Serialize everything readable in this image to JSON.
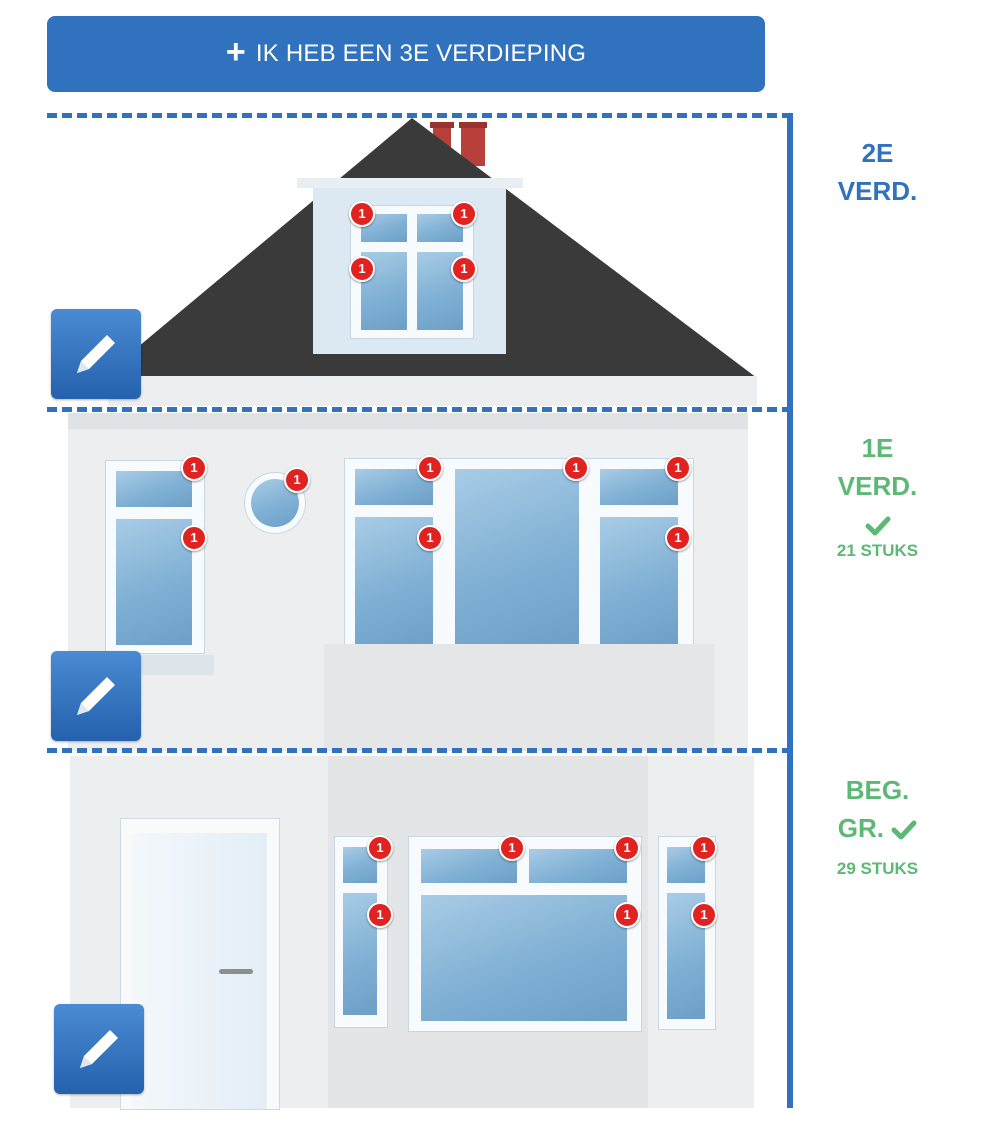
{
  "add_floor_button": {
    "icon": "plus-icon",
    "label": "IK HEB EEN 3E VERDIEPING"
  },
  "floors": [
    {
      "line1": "2E",
      "line2": "VERD.",
      "color": "#3172be"
    },
    {
      "line1": "1E",
      "line2": "VERD.",
      "count": "21 STUKS",
      "status": "check-icon",
      "color": "#5bb974"
    },
    {
      "line1": "BEG.",
      "line2": "GR.",
      "count": "29 STUKS",
      "status": "check-icon",
      "color": "#5bb974"
    }
  ],
  "marker_label": "1",
  "colors": {
    "accent": "#3172be",
    "done": "#5bb974",
    "marker": "#e02320",
    "roof": "#3a3a3b",
    "wall": "#eceeef"
  }
}
